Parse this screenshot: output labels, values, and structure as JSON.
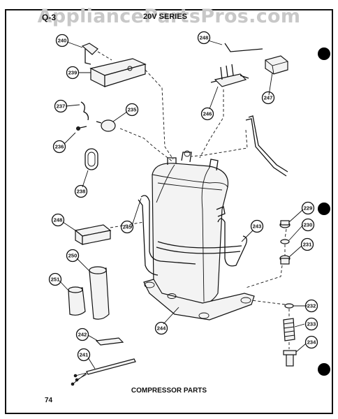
{
  "watermark": "AppliancePartsPros.com",
  "header": {
    "section_code": "Q-3",
    "series_label": "20V SERIES"
  },
  "caption": "COMPRESSOR PARTS",
  "page_number": "74",
  "callouts": [
    {
      "id": "c240",
      "label": "240"
    },
    {
      "id": "c239",
      "label": "239"
    },
    {
      "id": "c237",
      "label": "237"
    },
    {
      "id": "c235",
      "label": "235"
    },
    {
      "id": "c236",
      "label": "236"
    },
    {
      "id": "c238",
      "label": "238"
    },
    {
      "id": "c248a",
      "label": "248"
    },
    {
      "id": "c247",
      "label": "247"
    },
    {
      "id": "c246",
      "label": "246"
    },
    {
      "id": "c248b",
      "label": "248"
    },
    {
      "id": "c250",
      "label": "250"
    },
    {
      "id": "c251",
      "label": "251"
    },
    {
      "id": "c245",
      "label": "245"
    },
    {
      "id": "c243",
      "label": "243"
    },
    {
      "id": "c229",
      "label": "229"
    },
    {
      "id": "c230",
      "label": "230"
    },
    {
      "id": "c231",
      "label": "231"
    },
    {
      "id": "c242",
      "label": "242"
    },
    {
      "id": "c244",
      "label": "244"
    },
    {
      "id": "c241",
      "label": "241"
    },
    {
      "id": "c232",
      "label": "232"
    },
    {
      "id": "c233",
      "label": "233"
    },
    {
      "id": "c234",
      "label": "234"
    }
  ]
}
